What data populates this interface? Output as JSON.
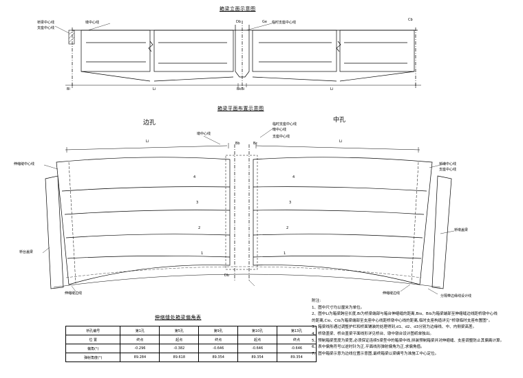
{
  "titles": {
    "elevation": "箱梁立面示意图",
    "plan": "箱梁平面布置示意图",
    "table": "伸缩缝处箱梁偏角表"
  },
  "spans": {
    "left": "边孔",
    "right": "中孔"
  },
  "elevation_labels": {
    "bridge_center": "桥梁中心线",
    "abutment_line": "支座中心线",
    "pier_center": "墩中心线",
    "temp_support": "临时支座中心线",
    "db": "Db",
    "ge": "Ge",
    "cb": "Cb",
    "bl": "Bl",
    "bkbi": "BkBi",
    "li_left": "Li",
    "li_right": "Li"
  },
  "plan_labels": {
    "expansion_center": "伸缩缝中心线",
    "pier_center": "墩中心线",
    "temp_support": "临时支座中心线",
    "pier_center2": "墩中心线",
    "support_center": "支座中心线",
    "abutment_center": "桥墩中心线",
    "support_center_right": "支座中心线",
    "bb": "Bb",
    "bc": "Bc",
    "db": "Db",
    "li_left": "Li",
    "li_right": "Li",
    "edge_beam": "桥台盖梁",
    "cap_beam": "桥墩盖梁",
    "left_joint": "伸缩缝边线",
    "right_joint": "伸缩缝边线",
    "design_line": "分隔带边缘线设计线",
    "girders": [
      "4",
      "3",
      "2",
      "1",
      "4",
      "3",
      "2",
      "1"
    ]
  },
  "table": {
    "header": [
      "桥孔编号",
      "第1孔",
      "第5孔",
      "第9孔",
      "第10孔",
      "第13孔"
    ],
    "rows": [
      {
        "label": "位 置",
        "values": [
          "终点",
          "起点",
          "终点",
          "起点",
          "终点"
        ]
      },
      {
        "label": "偏角(°)",
        "values": [
          "-0.296",
          "-0.382",
          "-0.646",
          "-0.646",
          "-0.646"
        ]
      },
      {
        "label": "弹射角度(°)",
        "values": [
          "89.284",
          "89.618",
          "89.354",
          "89.354",
          "89.354"
        ]
      }
    ]
  },
  "notes": {
    "heading": "附注:",
    "items": [
      "1、图中尺寸均以厘米为单位。",
      "2、图中Li为箱梁跨径长度,Bi为桥梁端部与箱台伸缩缝的距离,Bio、Bib为箱梁端部至伸缩缝边线距桥墩中心线",
      "    的距离,Cio、Cib为箱梁端部至支座中心线距桥墩中心线的距离,临时支座构造详见“桥墩临时支座布置图”。",
      "3、箱梁线形通过调整护栏和桥面铺装的处理得到,d1、d2、d3分别为边缘线、中、内侧梁高差。",
      "4、桥墩盖梁、桥台盖梁平面线形详见桥台、墩中墩台设计图纸单独出。",
      "5、预制箱梁宽度为梁宽,必须保证连续5梁型中的箱梁中线,拼装预制箱梁并对伸缩缝、支座调整防止其偏离计算。",
      "6、表中偏角符号以逆时针为正,平面线形弹射偏角为正,求偏角值。",
      "7、图中箱梁示意为边线位置示意图,最终箱梁以梁编号为准施工中心定位。"
    ]
  }
}
